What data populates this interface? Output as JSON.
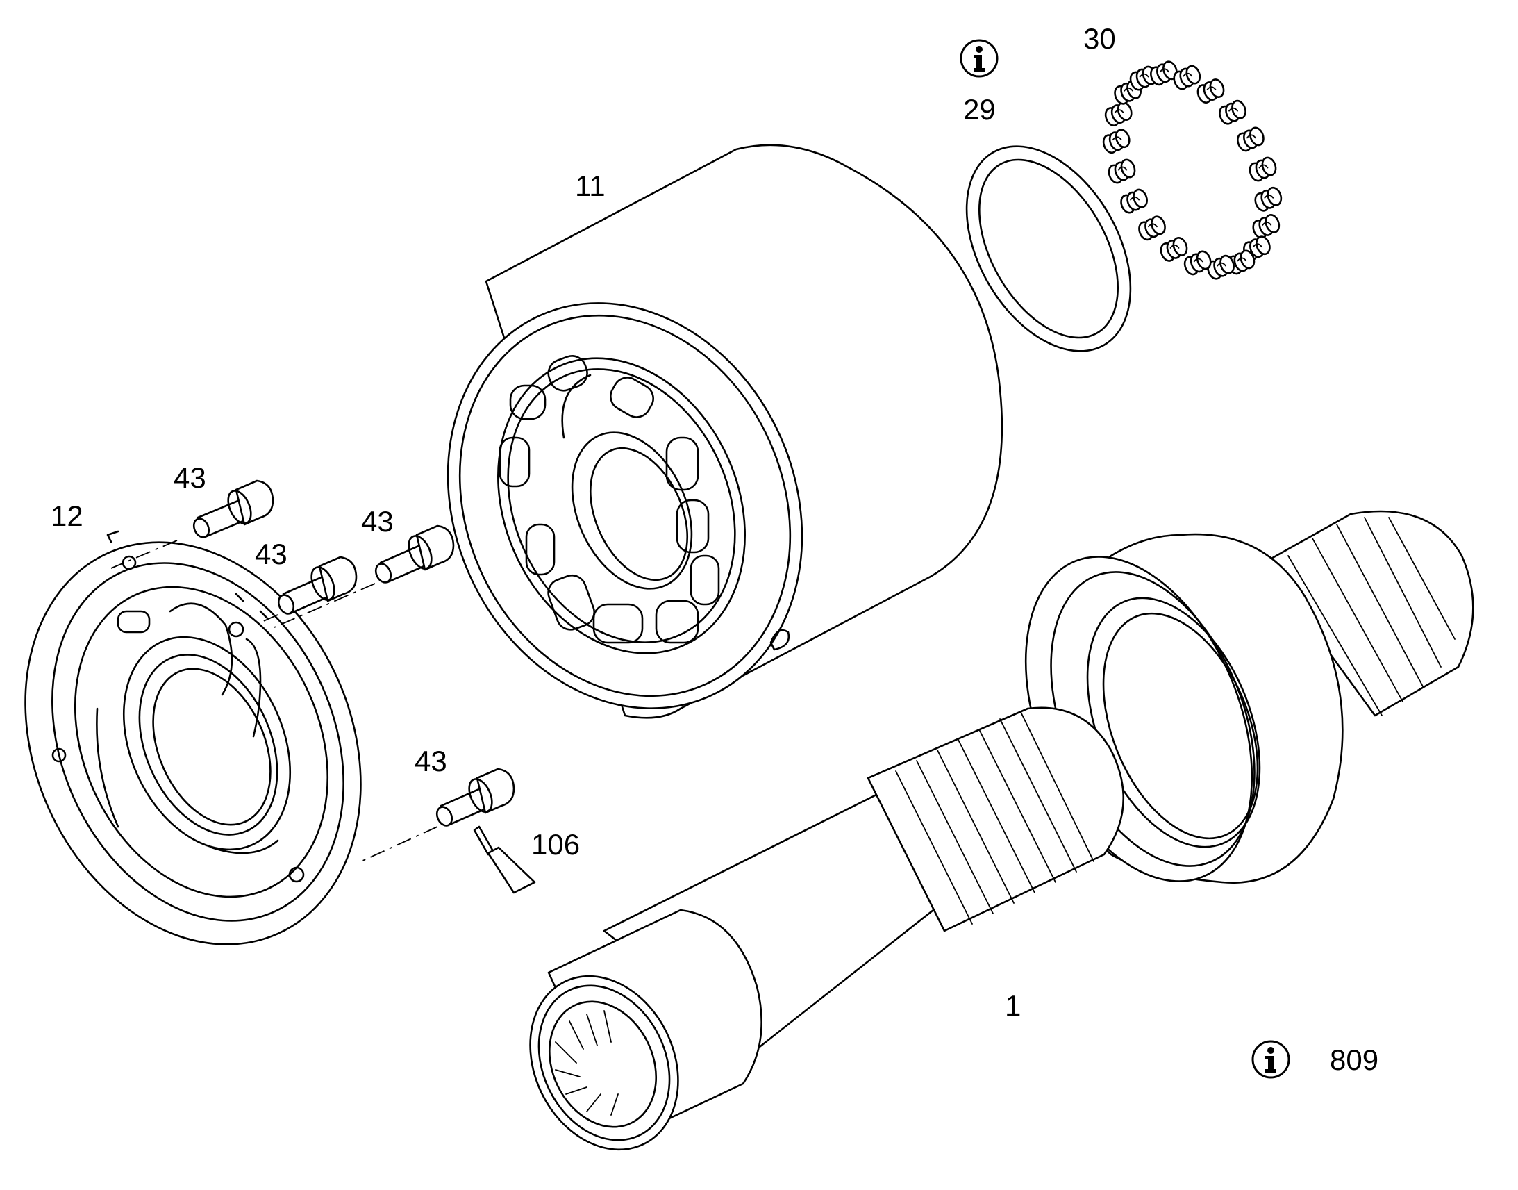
{
  "callouts": {
    "p1": "1",
    "p11": "11",
    "p12": "12",
    "p29": "29",
    "p30": "30",
    "p43a": "43",
    "p43b": "43",
    "p43c": "43",
    "p43d": "43",
    "p106": "106",
    "p809": "809"
  },
  "icons": {
    "info_top": "info-icon",
    "info_bottom": "info-icon"
  }
}
